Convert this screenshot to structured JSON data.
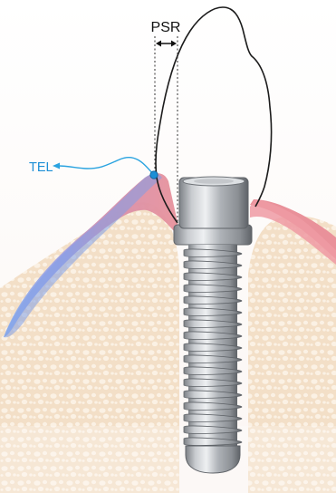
{
  "labels": {
    "psr": "PSR",
    "tel": "TEL"
  },
  "colors": {
    "gingiva_pink": "#e9919a",
    "tissue_blue": "#7f9ee8",
    "bone_fill": "#f5e4d1",
    "bone_pore": "#fbf1e4",
    "implant_metal": "#b9bcc0",
    "implant_dark": "#6e7277",
    "tel_marker": "#1d8fd6",
    "tel_line": "#2aa3e0",
    "outline": "#1c1c1c"
  },
  "icons": {
    "psr_arrow": "double-headed-arrow",
    "tel_arrow": "left-arrowhead",
    "tel_marker": "dot"
  }
}
